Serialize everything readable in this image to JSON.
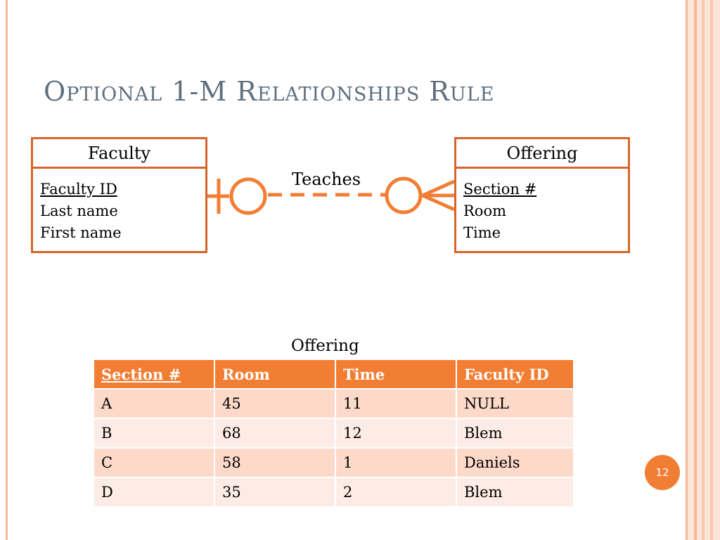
{
  "slide": {
    "title": "Optional 1-M Relationships Rule",
    "page_number": "12"
  },
  "diagram": {
    "entities": [
      {
        "name": "Faculty",
        "attributes": [
          {
            "label": "Faculty ID",
            "key": true
          },
          {
            "label": "Last name",
            "key": false
          },
          {
            "label": "First name",
            "key": false
          }
        ]
      },
      {
        "name": "Offering",
        "attributes": [
          {
            "label": "Section #",
            "key": true
          },
          {
            "label": "Room",
            "key": false
          },
          {
            "label": "Time",
            "key": false
          }
        ]
      }
    ],
    "relationship": {
      "label": "Teaches",
      "line_style": "dashed",
      "from": "Faculty",
      "to": "Offering",
      "from_cardinality": "zero-or-one",
      "to_cardinality": "zero-or-many"
    },
    "colors": {
      "entity_border": "#d7652a",
      "connector": "#f27e34",
      "title": "#5f6f7e"
    }
  },
  "table": {
    "caption": "Offering",
    "headers": [
      "Section #",
      "Room",
      "Time",
      "Faculty ID"
    ],
    "rows": [
      [
        "A",
        "45",
        "11",
        "NULL"
      ],
      [
        "B",
        "68",
        "12",
        "Blem"
      ],
      [
        "C",
        "58",
        "1",
        "Daniels"
      ],
      [
        "D",
        "35",
        "2",
        "Blem"
      ]
    ],
    "colors": {
      "header_bg": "#f27e34",
      "row_odd_bg": "#fcd9c8",
      "row_even_bg": "#fdece5"
    }
  }
}
